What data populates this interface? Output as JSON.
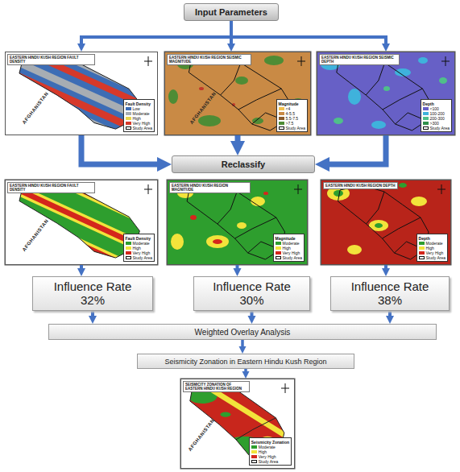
{
  "diagram": {
    "nodes": [
      {
        "text": [
          "Input Parameters"
        ]
      },
      {
        "text": [
          "EASTERN HINDU KUSH REGION FAULT DENSITY",
          "Fault Density",
          "Low",
          "Moderate",
          "High",
          "Very High",
          "Study Area"
        ]
      },
      {
        "text": [
          "EASTERN HINDU KUSH REGION SEISMIC MAGNITUDE",
          "Magnitude",
          "<4",
          "4-5.5",
          "5.5-7.5",
          ">7.5",
          "Study Area"
        ]
      },
      {
        "text": [
          "EASTERN HINDU KUSH REGION SEISMIC DEPTH",
          "Depth",
          "<100",
          "100-200",
          "200-300",
          ">300",
          "Study Area"
        ]
      },
      {
        "text": [
          "Reclassify"
        ]
      },
      {
        "text": [
          "EASTERN HINDU KUSH REGION FAULT DENSITY",
          "Fault Density",
          "Moderate",
          "High",
          "Very High",
          "Study Area"
        ]
      },
      {
        "text": [
          "EASTERN HINDU KUSH REGION MAGNITUDE",
          "Magnitude",
          "Moderate",
          "High",
          "Very High",
          "Study Area"
        ]
      },
      {
        "text": [
          "EASTERN HINDU KUSH REGION DEPTH",
          "Depth",
          "Moderate",
          "High",
          "Very High",
          "Study Area"
        ]
      },
      {
        "text": [
          "Influence Rate 32%"
        ]
      },
      {
        "text": [
          "Influence Rate 30%"
        ]
      },
      {
        "text": [
          "Influence Rate 38%"
        ]
      },
      {
        "text": [
          "Weighted Overlay Analysis"
        ]
      },
      {
        "text": [
          "Seismicity Zonation in Eastern Hindu Kush Region"
        ]
      },
      {
        "text": [
          "SEISMICITY ZONATION OF EASTERN HINDU KUSH REGION",
          "Seismicity Zonation",
          "Moderate",
          "High",
          "Very High",
          "Study Area"
        ]
      }
    ],
    "edges": [
      {
        "from": 0,
        "to": 1,
        "arrow": "to"
      },
      {
        "from": 0,
        "to": 2,
        "arrow": "to"
      },
      {
        "from": 0,
        "to": 3,
        "arrow": "to"
      },
      {
        "from": 1,
        "to": 4,
        "arrow": "to"
      },
      {
        "from": 2,
        "to": 4,
        "arrow": "to"
      },
      {
        "from": 3,
        "to": 4,
        "arrow": "to"
      },
      {
        "from": 5,
        "to": 8,
        "arrow": "to"
      },
      {
        "from": 6,
        "to": 9,
        "arrow": "to"
      },
      {
        "from": 7,
        "to": 10,
        "arrow": "to"
      },
      {
        "from": 8,
        "to": 11,
        "arrow": "to"
      },
      {
        "from": 9,
        "to": 11,
        "arrow": "to"
      },
      {
        "from": 10,
        "to": 11,
        "arrow": "to"
      },
      {
        "from": 11,
        "to": 12,
        "arrow": "to"
      },
      {
        "from": 12,
        "to": 13,
        "arrow": "to"
      }
    ],
    "labels": [
      "AFGHANISTAN",
      "AFGHANISTAN",
      "AFGHANISTAN",
      "AFGHANISTAN"
    ]
  }
}
